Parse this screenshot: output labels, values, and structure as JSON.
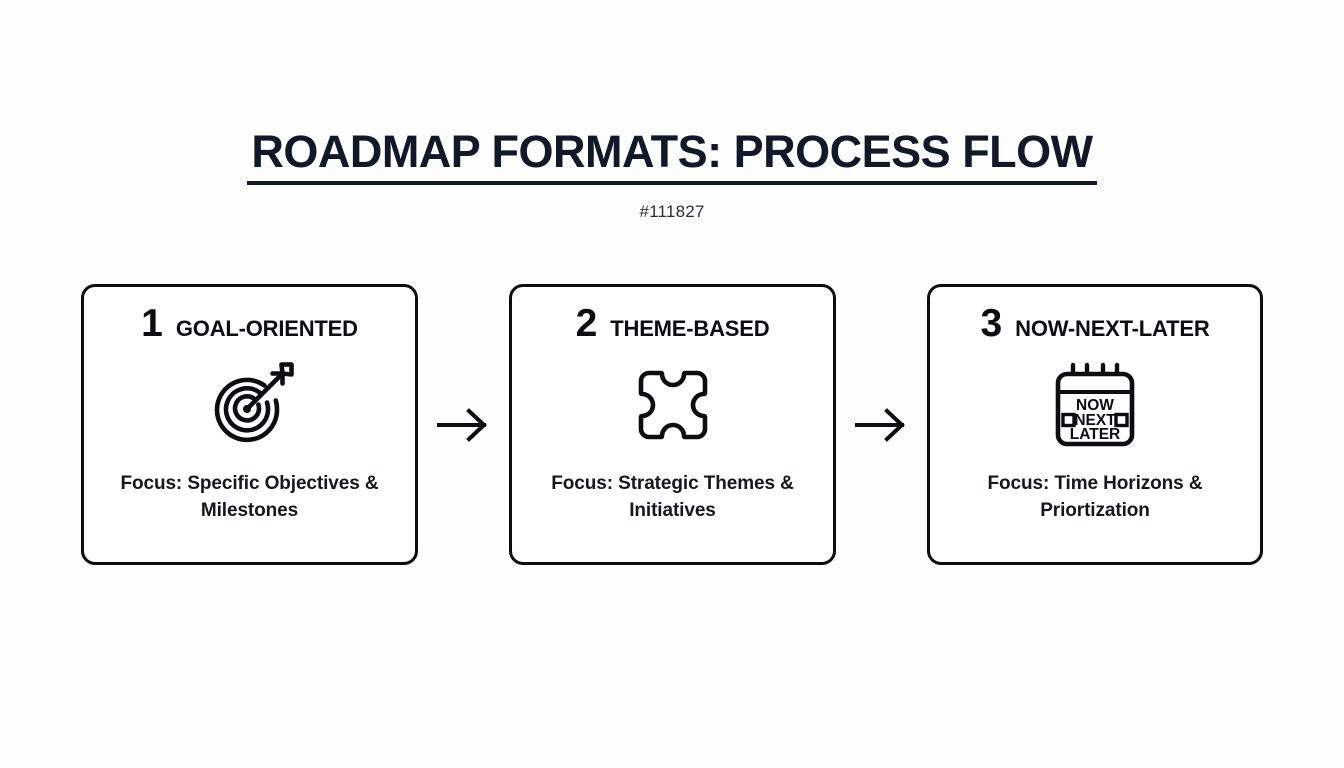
{
  "header": {
    "title": "ROADMAP FORMATS: PROCESS FLOW",
    "subtitle": "#111827"
  },
  "colors": {
    "background": "#fdfdfe",
    "ink": "#111827",
    "card_border": "#0b0d11",
    "card_fill": "#ffffff"
  },
  "flow": {
    "arrow_glyph": "→",
    "steps": [
      {
        "number": "1",
        "title": "GOAL-ORIENTED",
        "icon": "target-icon",
        "focus": "Focus: Specific Objectives & Milestones"
      },
      {
        "number": "2",
        "title": "THEME-BASED",
        "icon": "puzzle-piece-icon",
        "focus": "Focus: Strategic Themes & Initiatives"
      },
      {
        "number": "3",
        "title": "NOW-NEXT-LATER",
        "icon": "calendar-icon",
        "focus": "Focus: Time Horizons & Priortization",
        "calendar_labels": {
          "row1": "NOW",
          "row2": "NEXT",
          "row3": "LATER"
        }
      }
    ]
  }
}
